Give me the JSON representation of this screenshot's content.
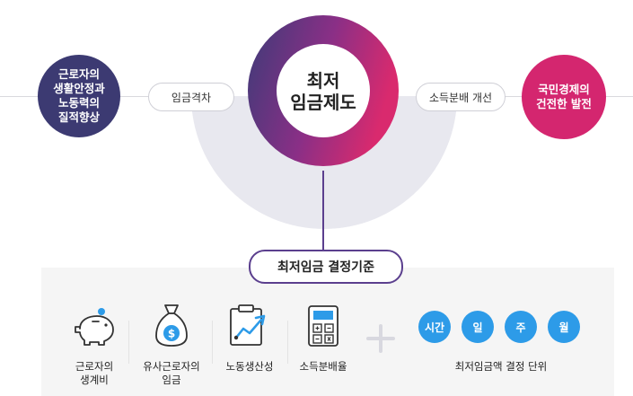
{
  "center": {
    "line1": "최저",
    "line2": "임금제도"
  },
  "left_circle": {
    "lines": [
      "근로자의",
      "생활안정과",
      "노동력의",
      "질적향상"
    ],
    "color": "#3c3a72"
  },
  "right_circle": {
    "lines": [
      "국민경제의",
      "건전한 발전"
    ],
    "color": "#d4266f"
  },
  "left_pill": "임금격차",
  "right_pill": "소득분배 개선",
  "criteria_title": "최저임금 결정기준",
  "criteria": [
    {
      "icon": "piggy-bank-icon",
      "lines": [
        "근로자의",
        "생계비"
      ]
    },
    {
      "icon": "money-bag-icon",
      "lines": [
        "유사근로자의",
        "임금"
      ]
    },
    {
      "icon": "growth-chart-icon",
      "lines": [
        "노동생산성"
      ]
    },
    {
      "icon": "calculator-icon",
      "lines": [
        "소득분배율"
      ]
    }
  ],
  "units": [
    "시간",
    "일",
    "주",
    "월"
  ],
  "units_caption": "최저임금액 결정 단위",
  "colors": {
    "purple": "#5b3f8e",
    "magenta": "#d4266f",
    "navy": "#3c3a72",
    "blue": "#2d9be8",
    "arc": "#e8e8ef"
  }
}
